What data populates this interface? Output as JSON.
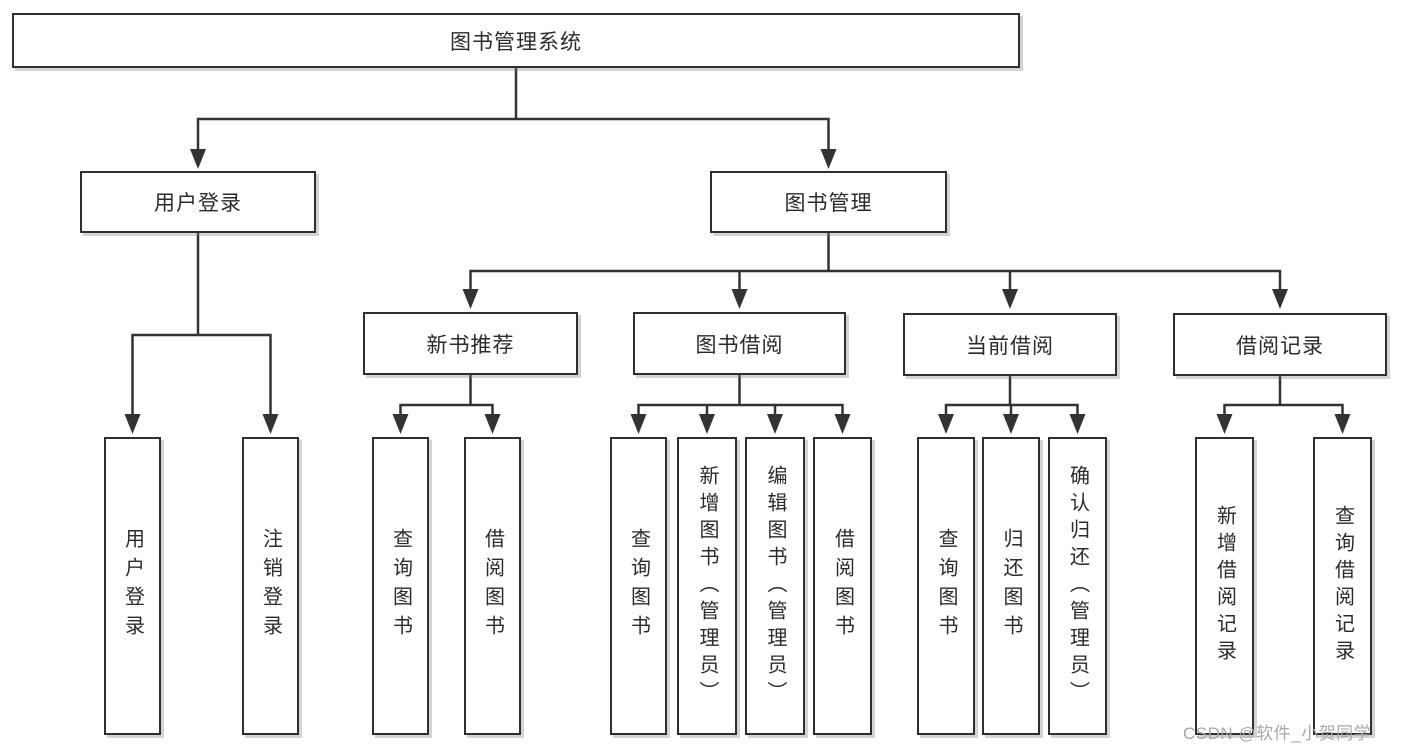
{
  "diagram": {
    "tree": {
      "label": "图书管理系统",
      "children": [
        {
          "label": "用户登录",
          "children": [
            {
              "label": "用户登录"
            },
            {
              "label": "注销登录"
            }
          ]
        },
        {
          "label": "图书管理",
          "children": [
            {
              "label": "新书推荐",
              "children": [
                {
                  "label": "查询图书"
                },
                {
                  "label": "借阅图书"
                }
              ]
            },
            {
              "label": "图书借阅",
              "children": [
                {
                  "label": "查询图书"
                },
                {
                  "label": "新增图书（管理员）"
                },
                {
                  "label": "编辑图书（管理员）"
                },
                {
                  "label": "借阅图书"
                }
              ]
            },
            {
              "label": "当前借阅",
              "children": [
                {
                  "label": "查询图书"
                },
                {
                  "label": "归还图书"
                },
                {
                  "label": "确认归还（管理员）"
                }
              ]
            },
            {
              "label": "借阅记录",
              "children": [
                {
                  "label": "新增借阅记录"
                },
                {
                  "label": "查询借阅记录"
                }
              ]
            }
          ]
        }
      ]
    },
    "colors": {
      "line": "#333333",
      "box_border": "#2f2f2f",
      "box_fill": "#ffffff",
      "text": "#2b2b2b",
      "watermark": "#a8a8a8"
    }
  },
  "watermark": "CSDN @软件_小贺同学"
}
